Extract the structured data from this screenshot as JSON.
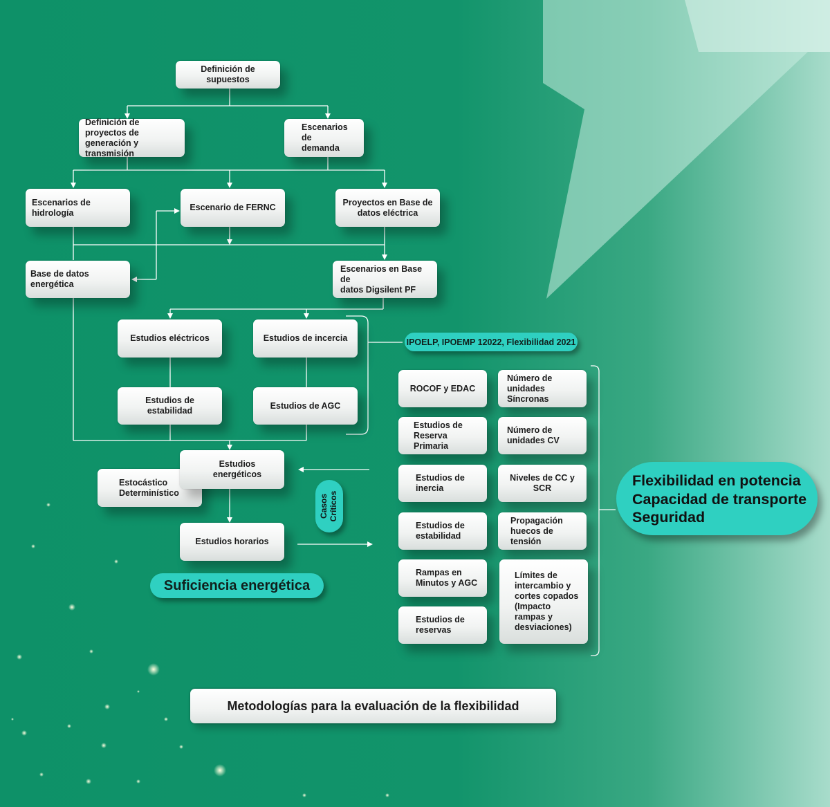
{
  "flow": {
    "definicion_supuestos": "Definición de\nsupuestos",
    "definicion_proyectos": "Definición de proyectos de\ngeneración y transmisión",
    "escenarios_demanda": "Escenarios de\ndemanda",
    "escenarios_hidrologia": "Escenarios de hidrología",
    "escenario_fernc": "Escenario de FERNC",
    "proyectos_bd_electrica": "Proyectos en Base de\ndatos eléctrica",
    "base_datos_energetica": "Base de datos energética",
    "escenarios_digsilent": "Escenarios en Base de\ndatos Digsilent PF",
    "estudios_electricos": "Estudios eléctricos",
    "estudios_inercia": "Estudios de incercia",
    "estudios_estabilidad": "Estudios de estabilidad",
    "estudios_agc": "Estudios de AGC",
    "estudios_energeticos": "Estudios energéticos",
    "estocastico": "Estocástico\nDeterminístico",
    "estudios_horarios": "Estudios horarios",
    "casos_criticos": "Casos\nCríticos",
    "suficiencia": "Suficiencia energética",
    "ipoelp": "IPOELP, IPOEMP 12022, Flexibilidad 2021"
  },
  "grid": {
    "rocof": "ROCOF y EDAC",
    "reserva_primaria": "Estudios de\nReserva Primaria",
    "estudios_inercia": "Estudios de\ninercia",
    "estudios_estabilidad": "Estudios de\nestabilidad",
    "rampas": "Rampas en\nMinutos y AGC",
    "reservas": "Estudios de\nreservas",
    "num_sincronas": "Número de\nunidades Síncronas",
    "num_cv": "Número de\nunidades CV",
    "niveles_cc": "Niveles de CC y SCR",
    "propagacion": "Propagación\nhuecos de tensión",
    "limites": "Límites de\nintercambio y\ncortes copados\n(Impacto\nrampas y\ndesviaciones)"
  },
  "result": {
    "line1": "Flexibilidad en potencia",
    "line2": "Capacidad de transporte",
    "line3": "Seguridad"
  },
  "footer_title": "Metodologías para la evaluación de la flexibilidad",
  "colors": {
    "background": "#12946b",
    "accent_teal": "#2fd0c1",
    "box": "#f2f4f3",
    "connector": "#ffffff"
  }
}
